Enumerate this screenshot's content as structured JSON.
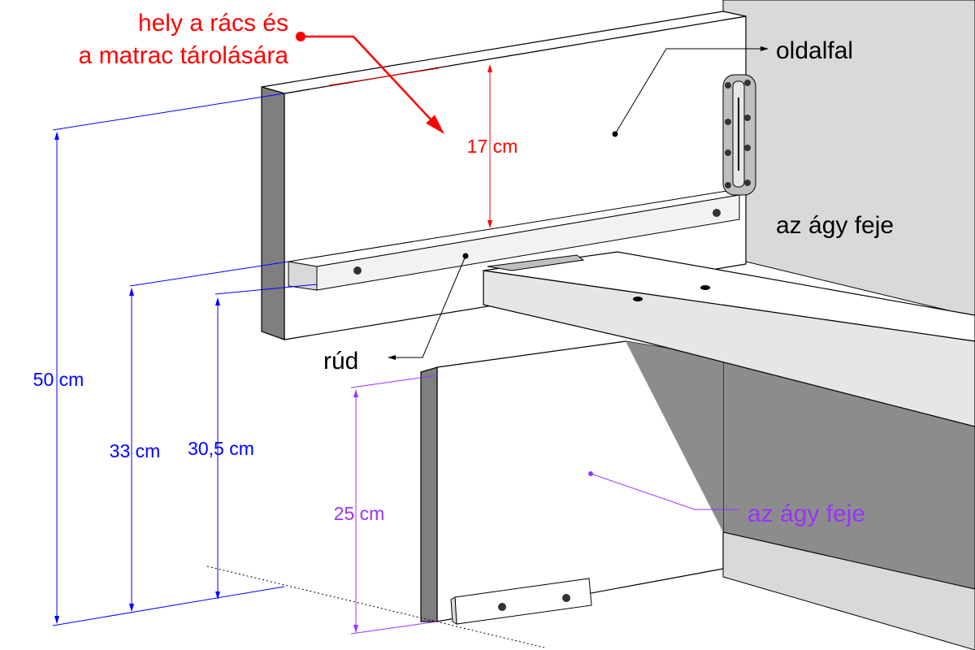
{
  "colors": {
    "red": "#ff0000",
    "blue": "#0000ff",
    "purple": "#9933ff",
    "black": "#000000",
    "wall": "#d9d9d9",
    "edge": "#7f7f7f",
    "shadow": "#8c8c8c"
  },
  "labels": {
    "storage_line1": "hely a rács és",
    "storage_line2": "a matrac tárolására",
    "side_wall": "oldalfal",
    "headboard_top": "az ágy feje",
    "rod": "rúd",
    "headboard_bottom": "az ágy feje"
  },
  "dimensions": {
    "gap_top": "17 cm",
    "total_height": "50 cm",
    "rail_top": "33 cm",
    "rail_bottom": "30,5 cm",
    "headboard_height": "25 cm"
  }
}
